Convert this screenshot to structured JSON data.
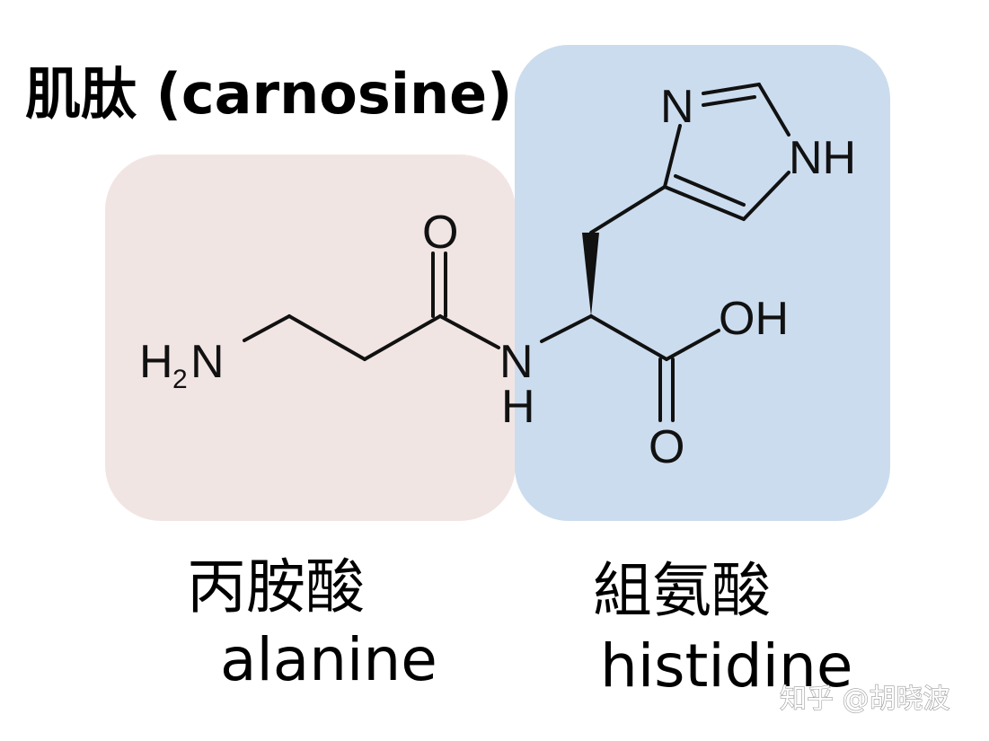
{
  "title": "肌肽 (carnosine)",
  "regions": {
    "alanine": {
      "label_cn": "丙胺酸",
      "label_en": "alanine",
      "color": "#f1e5e4"
    },
    "histidine": {
      "label_cn": "組氨酸",
      "label_en": "histidine",
      "color": "#cbdcee"
    }
  },
  "atoms": {
    "h2n_h": "H",
    "h2n_sub": "2",
    "h2n_n": "N",
    "carbonyl_o": "O",
    "amide_n": "N",
    "amide_h": "H",
    "acid_oh": "OH",
    "acid_o": "O",
    "ring_n": "N",
    "ring_nh": "NH"
  },
  "watermark": "知乎 @胡晓波"
}
